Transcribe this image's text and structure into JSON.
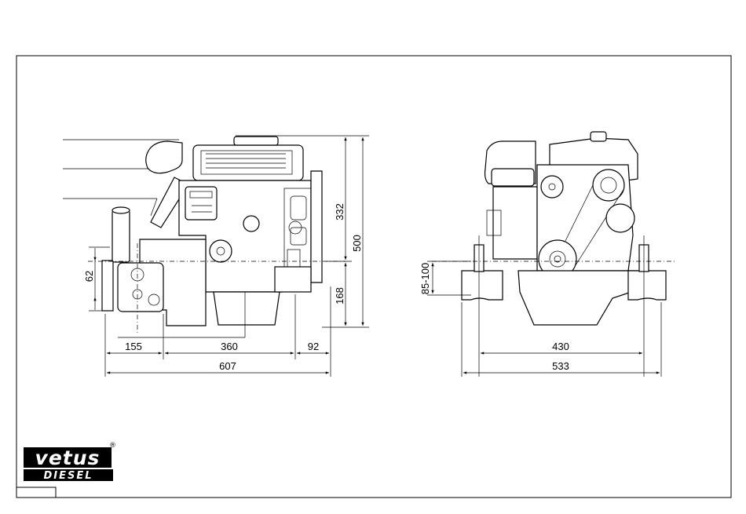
{
  "side_view": {
    "dim_top_to_centerline": "332",
    "dim_total_height": "500",
    "dim_centerline_to_bottom": "168",
    "dim_flange_height": "62",
    "dim_rear_offset": "155",
    "dim_mount_span": "360",
    "dim_front_offset": "92",
    "dim_total_length": "607"
  },
  "front_view": {
    "dim_mount_height": "85-100",
    "dim_mount_inner": "430",
    "dim_mount_outer": "533"
  },
  "logo": {
    "brand": "vetus",
    "product": "DIESEL",
    "registered": "®"
  },
  "colors": {
    "line": "#000000",
    "background": "#ffffff"
  }
}
